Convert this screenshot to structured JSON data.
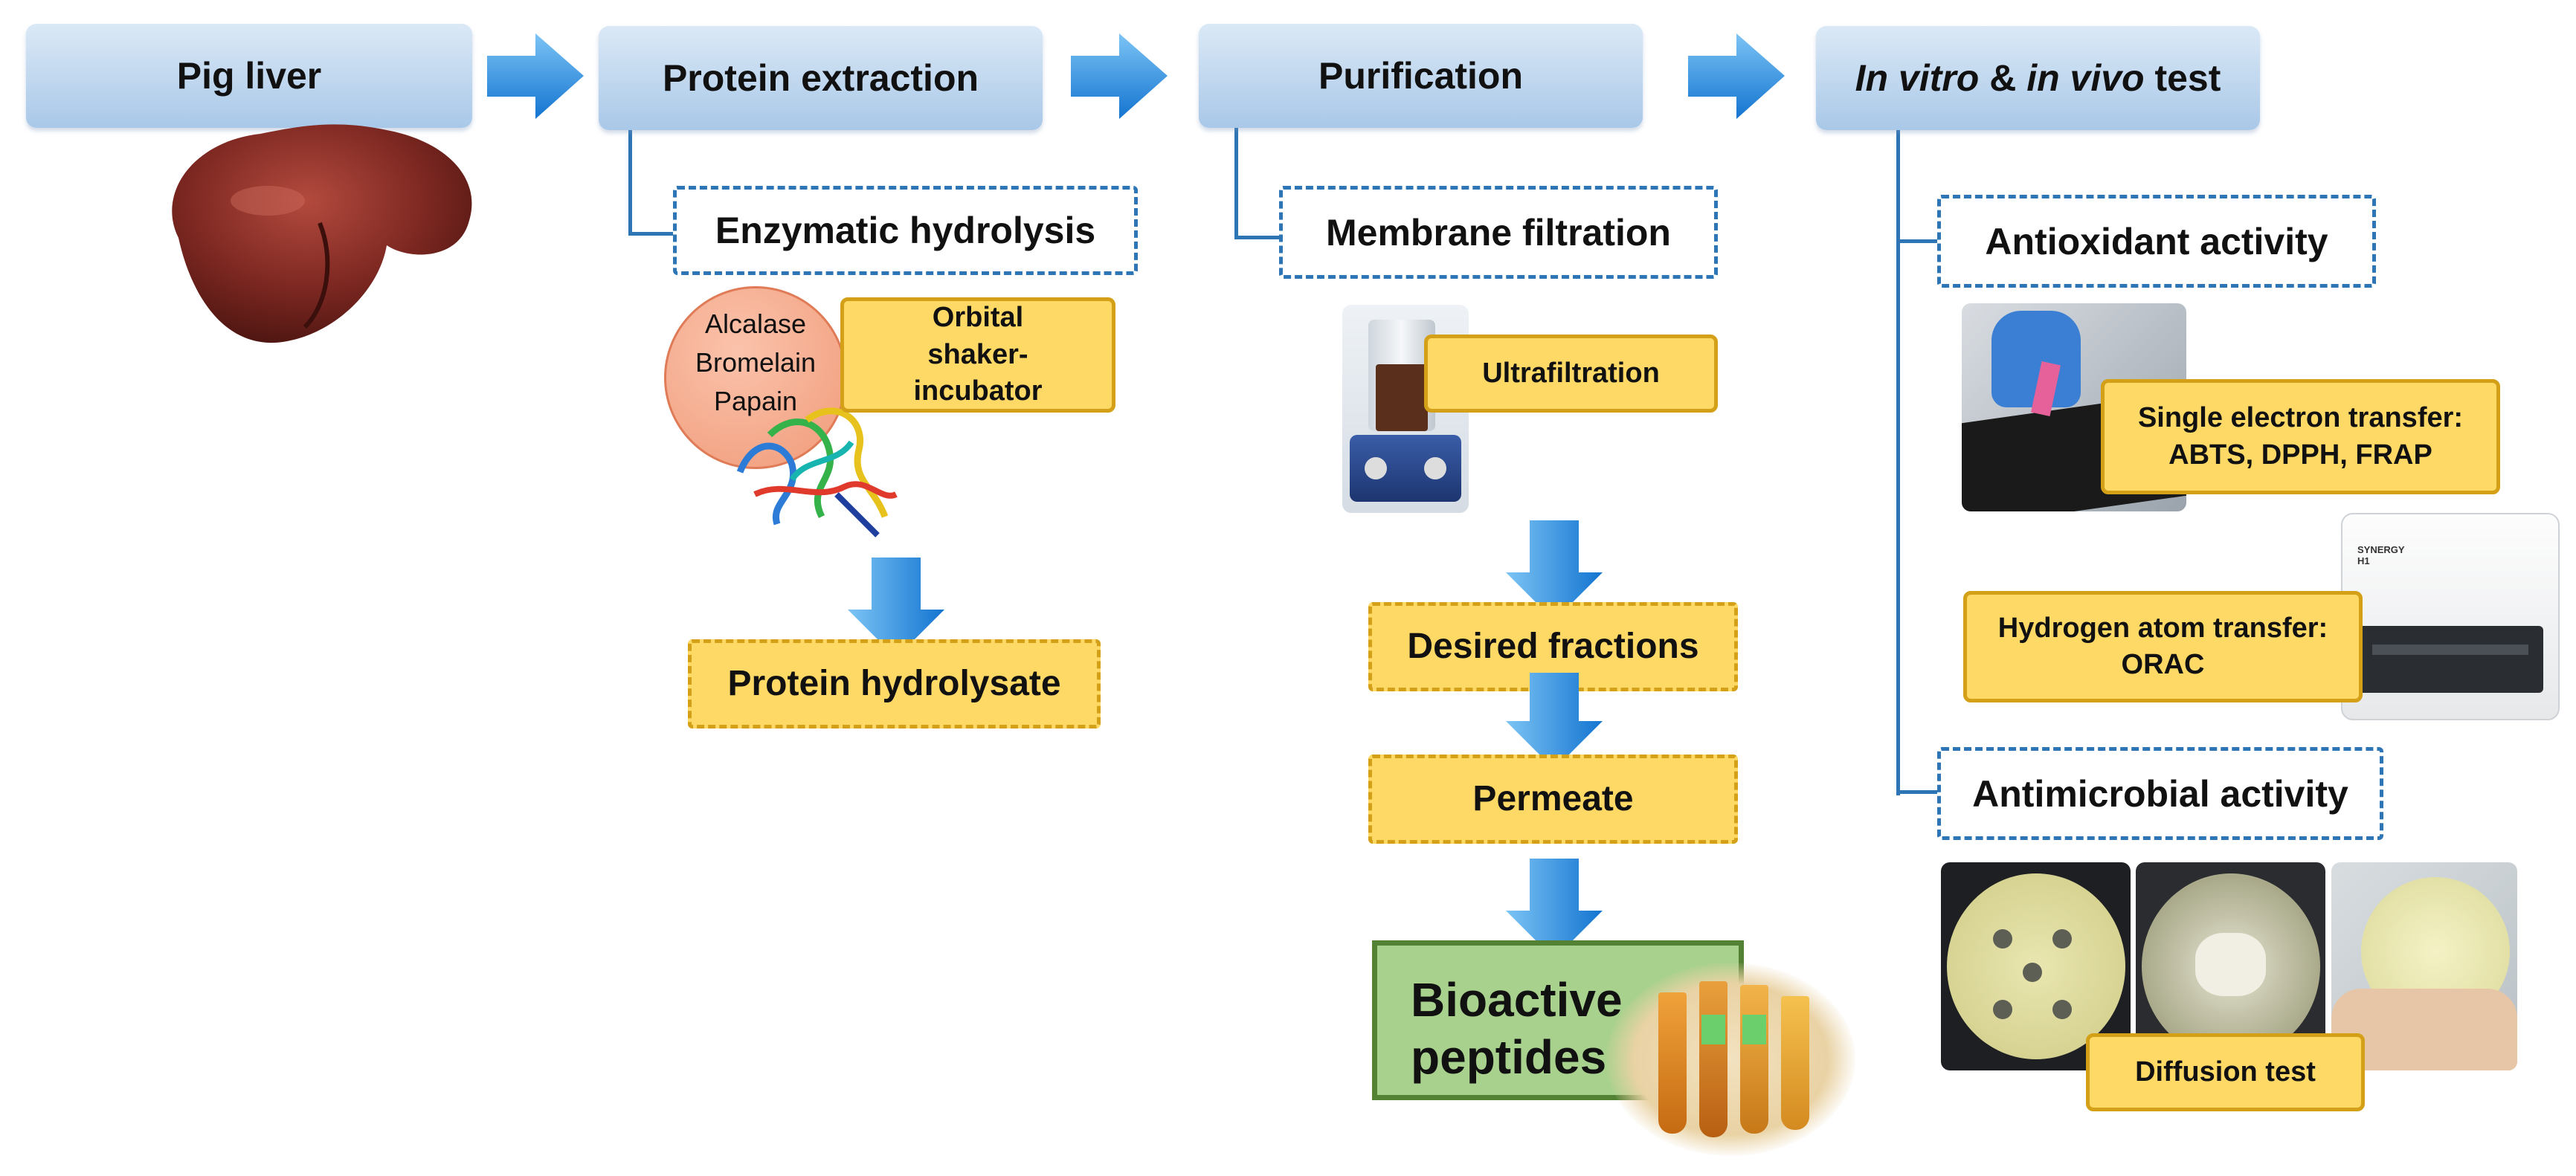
{
  "colors": {
    "header_fill": "#a9c8e8",
    "connector": "#2e75b6",
    "arrow": "#1f8fe0",
    "highlight_fill": "#ffd966",
    "highlight_border": "#d4a017",
    "result_fill": "#a9d18e",
    "result_border": "#548235"
  },
  "steps": [
    {
      "label": "Pig liver"
    },
    {
      "label": "Protein extraction"
    },
    {
      "label": "Purification"
    },
    {
      "label_italic_1": "In vitro",
      "label_mid": " & ",
      "label_italic_2": "in vivo",
      "label_end": " test"
    }
  ],
  "extraction": {
    "method": "Enzymatic hydrolysis",
    "enzymes": [
      "Alcalase",
      "Bromelain",
      "Papain"
    ],
    "equipment": "Orbital shaker-incubator",
    "output": "Protein hydrolysate"
  },
  "purification": {
    "method": "Membrane filtration",
    "equipment": "Ultrafiltration",
    "outputs": [
      "Desired fractions",
      "Permeate"
    ],
    "result_line1": "Bioactive",
    "result_line2": "peptides"
  },
  "testing": {
    "antioxidant": {
      "title": "Antioxidant activity",
      "set_label": "Single electron transfer:",
      "set_assays": "ABTS, DPPH, FRAP",
      "hat_label": "Hydrogen atom transfer:",
      "hat_assay": "ORAC",
      "device_brand": "SYNERGY H1"
    },
    "antimicrobial": {
      "title": "Antimicrobial activity",
      "method": "Diffusion test"
    }
  }
}
